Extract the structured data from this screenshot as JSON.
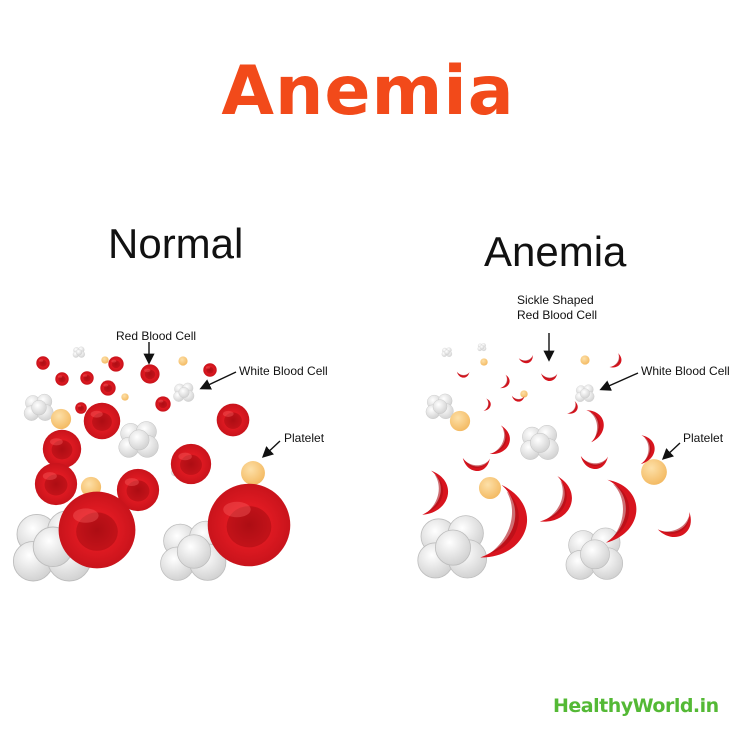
{
  "header": {
    "title": "Anemia"
  },
  "normal_panel": {
    "title": "Normal",
    "labels": {
      "red_blood_cell": "Red Blood Cell",
      "white_blood_cell": "White Blood Cell",
      "platelet": "Platelet"
    }
  },
  "anemia_panel": {
    "title": "Anemia",
    "labels": {
      "sickle_line1": "Sickle Shaped",
      "sickle_line2": "Red Blood Cell",
      "white_blood_cell": "White Blood Cell",
      "platelet": "Platelet"
    }
  },
  "footer": {
    "brand": "HealthyWorld.in"
  },
  "colors": {
    "title": "#f24a1a",
    "red_cell": "#d8141e",
    "red_cell_dark": "#a50d14",
    "white_cell": "#e9e9e9",
    "platelet": "#f8c77a",
    "brand": "#54b935"
  }
}
